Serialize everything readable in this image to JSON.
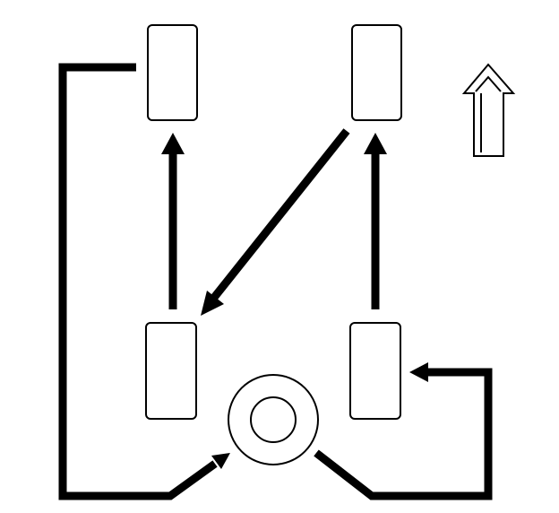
{
  "diagram": {
    "kind": "tire-rotation-pattern",
    "tires": [
      {
        "id": "front-left",
        "position": "front-left"
      },
      {
        "id": "front-right",
        "position": "front-right"
      },
      {
        "id": "rear-left",
        "position": "rear-left"
      },
      {
        "id": "rear-right",
        "position": "rear-right"
      }
    ],
    "spare": {
      "id": "spare",
      "position": "center-rear"
    },
    "rotation_moves": [
      {
        "from": "rear-left",
        "to": "front-left"
      },
      {
        "from": "rear-right",
        "to": "front-right"
      },
      {
        "from": "front-right",
        "to": "rear-left"
      },
      {
        "from": "front-left",
        "to": "spare"
      },
      {
        "from": "spare",
        "to": "rear-right"
      }
    ],
    "direction_indicator": {
      "icon": "up-arrow-icon",
      "meaning": "front-of-vehicle"
    },
    "colors": {
      "line": "#000000",
      "background": "#ffffff"
    }
  }
}
